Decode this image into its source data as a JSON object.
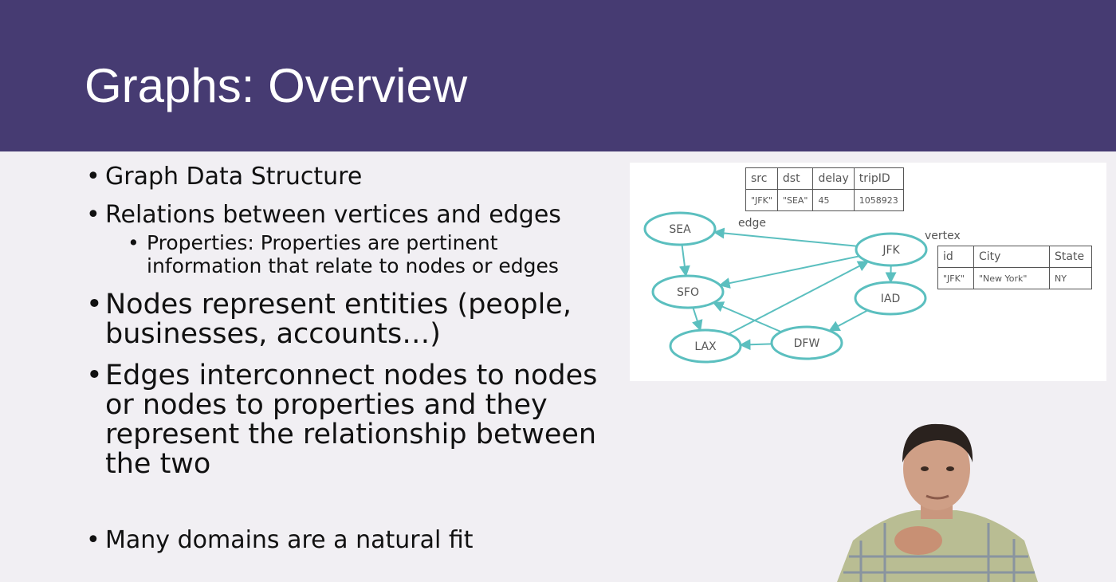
{
  "slide": {
    "title": "Graphs: Overview",
    "bullets": [
      {
        "marker": "•",
        "text": "Graph Data Structure"
      },
      {
        "marker": "•",
        "text": "Relations between vertices and edges"
      },
      {
        "marker": "•",
        "line1": "Properties: Properties are pertinent",
        "line2": "information that relate to nodes or edges"
      },
      {
        "marker": "•",
        "line1": "Nodes represent entities (people,",
        "line2": "businesses, accounts…)"
      },
      {
        "marker": "•",
        "line1": "Edges interconnect nodes to nodes",
        "line2": "or nodes to properties and they",
        "line3": "represent the relationship between",
        "line4": "the two"
      },
      {
        "marker": "•",
        "text": "Many domains are a natural fit"
      }
    ]
  },
  "diagram": {
    "edge_table": {
      "headers": [
        "src",
        "dst",
        "delay",
        "tripID"
      ],
      "row": [
        "\"JFK\"",
        "\"SEA\"",
        "45",
        "1058923"
      ]
    },
    "vertex_table": {
      "headers": [
        "id",
        "City",
        "State"
      ],
      "row": [
        "\"JFK\"",
        "\"New York\"",
        "NY"
      ]
    },
    "edge_label": "edge",
    "vertex_label": "vertex",
    "nodes": [
      "SEA",
      "JFK",
      "SFO",
      "IAD",
      "LAX",
      "DFW"
    ],
    "edges": [
      [
        "JFK",
        "SEA"
      ],
      [
        "SEA",
        "SFO"
      ],
      [
        "JFK",
        "SFO"
      ],
      [
        "JFK",
        "IAD"
      ],
      [
        "SFO",
        "LAX"
      ],
      [
        "LAX",
        "JFK"
      ],
      [
        "DFW",
        "SFO"
      ],
      [
        "IAD",
        "DFW"
      ],
      [
        "DFW",
        "LAX"
      ]
    ],
    "color": "#5bbfbf"
  },
  "colors": {
    "header_bg": "#463b72",
    "slide_bg": "#f1eff3",
    "title_text": "#ffffff",
    "body_text": "#111111"
  }
}
